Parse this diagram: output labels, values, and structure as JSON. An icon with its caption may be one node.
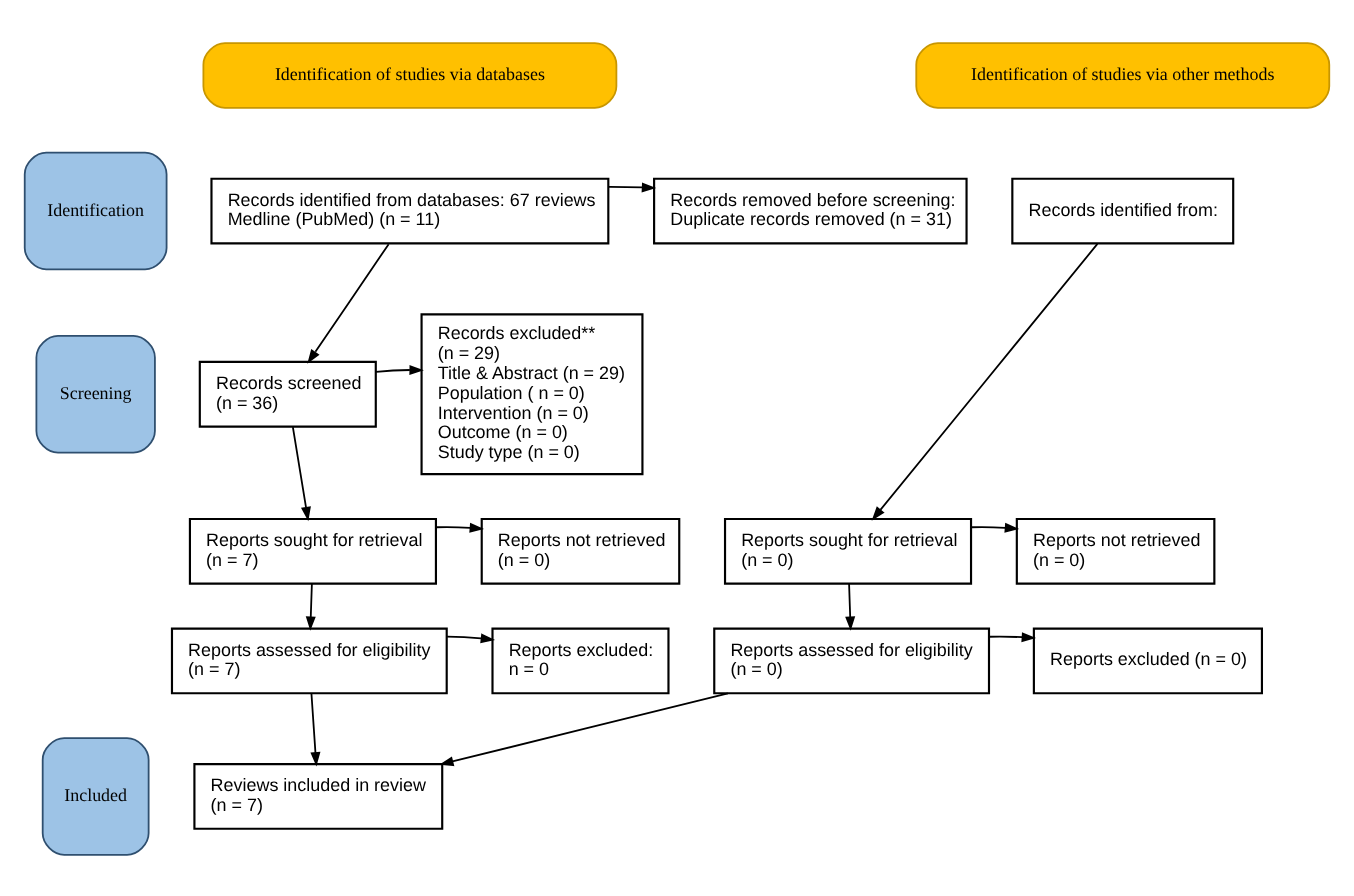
{
  "diagram": {
    "nodes": [
      {
        "text": [
          "Identification of studies via databases"
        ]
      },
      {
        "text": [
          "Identification of studies via other methods"
        ]
      },
      {
        "text": [
          "Identification"
        ]
      },
      {
        "text": [
          "Screening"
        ]
      },
      {
        "text": [
          "Included"
        ]
      },
      {
        "text": [
          "Records identified from databases: 67 reviews",
          "Medline (PubMed) (n = 11)"
        ]
      },
      {
        "text": [
          "Records removed before screening:",
          "Duplicate records removed (n = 31)"
        ]
      },
      {
        "text": [
          "Records excluded**",
          "(n = 29)",
          "Title & Abstract (n = 29)",
          "Population ( n = 0)",
          "Intervention (n = 0)",
          "Outcome (n = 0)",
          "Study type (n = 0)"
        ]
      },
      {
        "text": [
          "Records screened",
          "(n = 36)"
        ]
      },
      {
        "text": [
          "Reports sought for retrieval",
          "(n = 7)"
        ]
      },
      {
        "text": [
          "Reports not retrieved",
          "(n = 0)"
        ]
      },
      {
        "text": [
          "Reports assessed for eligibility",
          "(n = 7)"
        ]
      },
      {
        "text": [
          "Reports excluded:",
          "n = 0"
        ]
      },
      {
        "text": [
          "Reviews included in review",
          "(n = 7)"
        ]
      },
      {
        "text": [
          "Records identified from:"
        ]
      },
      {
        "text": [
          "Reports sought for retrieval",
          "(n = 0)"
        ]
      },
      {
        "text": [
          "Reports not retrieved",
          "(n = 0)"
        ]
      },
      {
        "text": [
          "Reports assessed for eligibility",
          "(n = 0)"
        ]
      },
      {
        "text": [
          "Reports excluded (n = 0)"
        ]
      }
    ],
    "edges": [
      {
        "from": 5,
        "to": 6,
        "arrow": "to"
      },
      {
        "from": 5,
        "to": 8,
        "arrow": "to"
      },
      {
        "from": 8,
        "to": 7,
        "arrow": "to"
      },
      {
        "from": 8,
        "to": 9,
        "arrow": "to"
      },
      {
        "from": 9,
        "to": 10,
        "arrow": "to"
      },
      {
        "from": 9,
        "to": 11,
        "arrow": "to"
      },
      {
        "from": 11,
        "to": 12,
        "arrow": "to"
      },
      {
        "from": 11,
        "to": 13,
        "arrow": "to"
      },
      {
        "from": 14,
        "to": 15,
        "arrow": "to"
      },
      {
        "from": 15,
        "to": 16,
        "arrow": "to"
      },
      {
        "from": 15,
        "to": 17,
        "arrow": "to"
      },
      {
        "from": 17,
        "to": 18,
        "arrow": "to"
      },
      {
        "from": 17,
        "to": 13,
        "arrow": "to"
      }
    ]
  }
}
